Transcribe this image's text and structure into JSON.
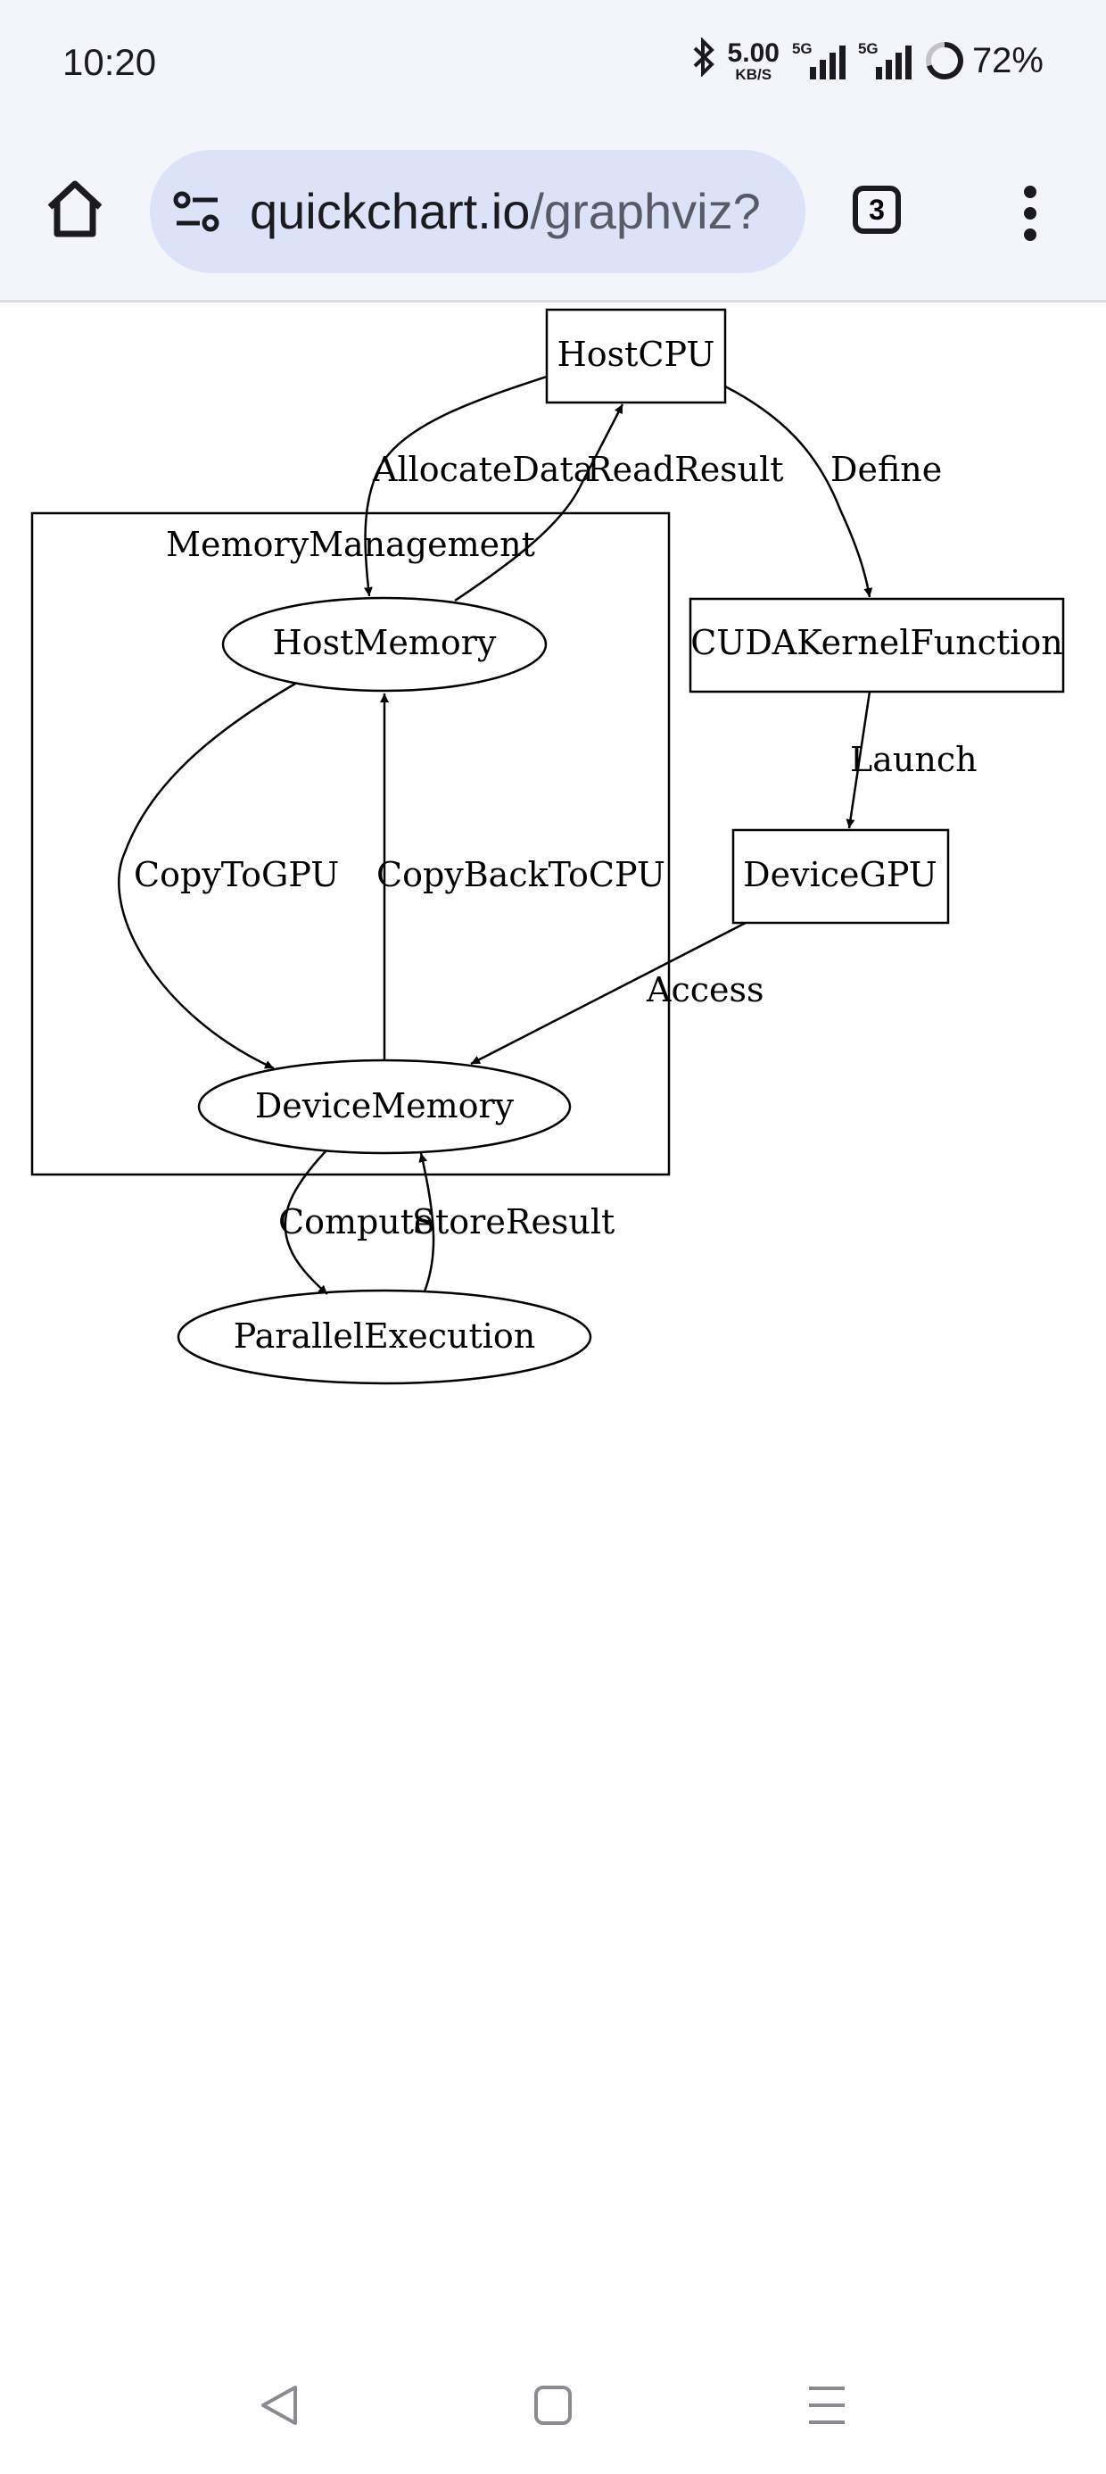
{
  "status_bar": {
    "time": "10:20",
    "speed_value": "5.00",
    "speed_unit": "KB/S",
    "sim1_tag": "5G",
    "sim2_tag": "5G",
    "battery": "72%",
    "icons": [
      "bluetooth-icon",
      "signal-icon",
      "signal-icon",
      "battery-ring-icon"
    ]
  },
  "browser": {
    "url_host": "quickchart.io",
    "url_path": "/graphviz?",
    "tab_count": "3",
    "icons": [
      "home-icon",
      "site-settings-icon",
      "tabs-icon",
      "more-vert-icon"
    ]
  },
  "graph": {
    "cluster_label": "MemoryManagement",
    "nodes": {
      "host_cpu": "HostCPU",
      "host_memory": "HostMemory",
      "cuda_kernel": "CUDAKernelFunction",
      "device_gpu": "DeviceGPU",
      "device_memory": "DeviceMemory",
      "parallel_execution": "ParallelExecution"
    },
    "edges": {
      "allocate_data": "AllocateData",
      "read_result": "ReadResult",
      "define": "Define",
      "launch": "Launch",
      "copy_to_gpu": "CopyToGPU",
      "copy_back_to_cpu": "CopyBackToCPU",
      "access": "Access",
      "compute": "Compute",
      "store_result": "StoreResult"
    }
  },
  "system_nav": {
    "icons": [
      "back-icon",
      "home-square-icon",
      "recents-icon"
    ]
  }
}
